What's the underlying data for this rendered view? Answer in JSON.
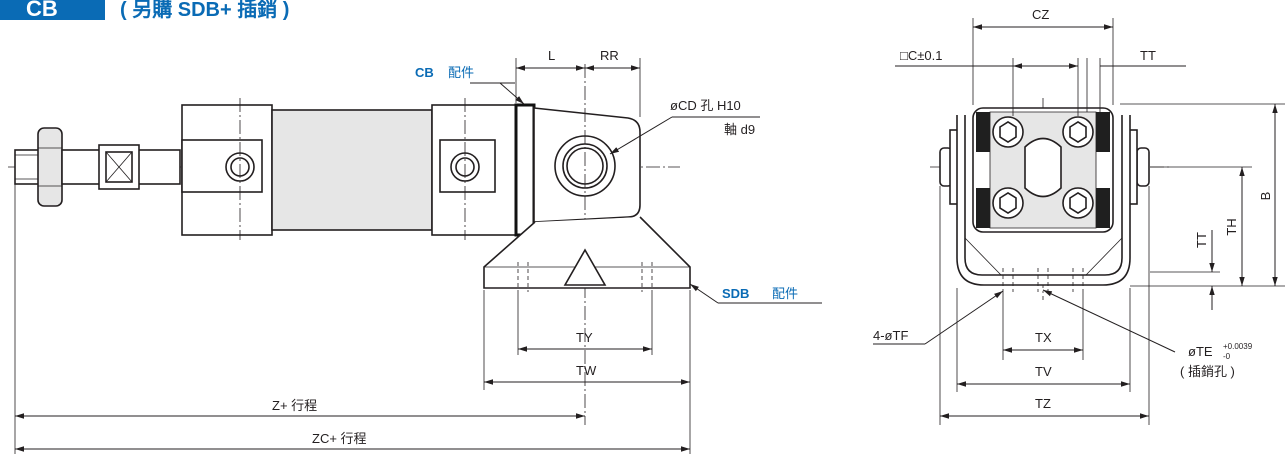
{
  "header": {
    "badge": "CB",
    "subtitle": "( 另購 SDB+ 插銷 )",
    "badge_color": "#0a6bb5"
  },
  "callouts": {
    "cb_part_code": "CB",
    "cb_part_text": "配件",
    "sdb_part_code": "SDB",
    "sdb_part_text": "配件",
    "bore_line1": "øCD 孔 H10",
    "bore_line2": "軸 d9"
  },
  "dims": {
    "L": "L",
    "RR": "RR",
    "TY": "TY",
    "TW": "TW",
    "Z": "Z+ 行程",
    "ZC": "ZC+ 行程",
    "CZ": "CZ",
    "C": "□C±0.1",
    "TT_top": "TT",
    "B": "B",
    "TH": "TH",
    "TT_side": "TT",
    "TF": "4-øTF",
    "TX": "TX",
    "TV": "TV",
    "TZ": "TZ",
    "TE": "øTE",
    "TE_tol_upper": "+0.0039",
    "TE_tol_lower": "-0",
    "TE_note": "( 插銷孔 )"
  }
}
